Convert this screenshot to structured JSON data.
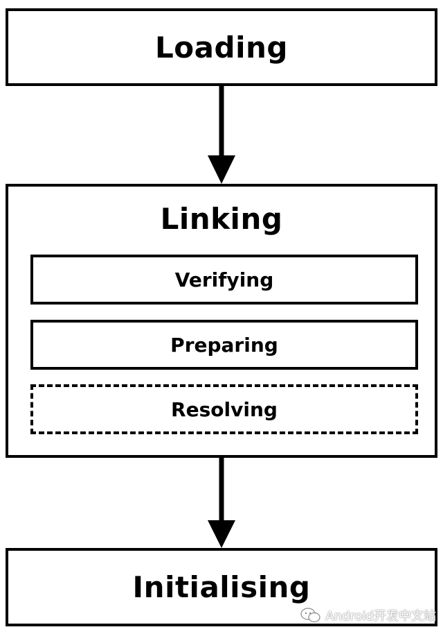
{
  "diagram": {
    "loading": "Loading",
    "linking": {
      "title": "Linking",
      "steps": [
        "Verifying",
        "Preparing",
        "Resolving"
      ]
    },
    "initialising": "Initialising"
  },
  "watermark": {
    "text": "Android开发中文站",
    "icon": "wechat-icon"
  }
}
